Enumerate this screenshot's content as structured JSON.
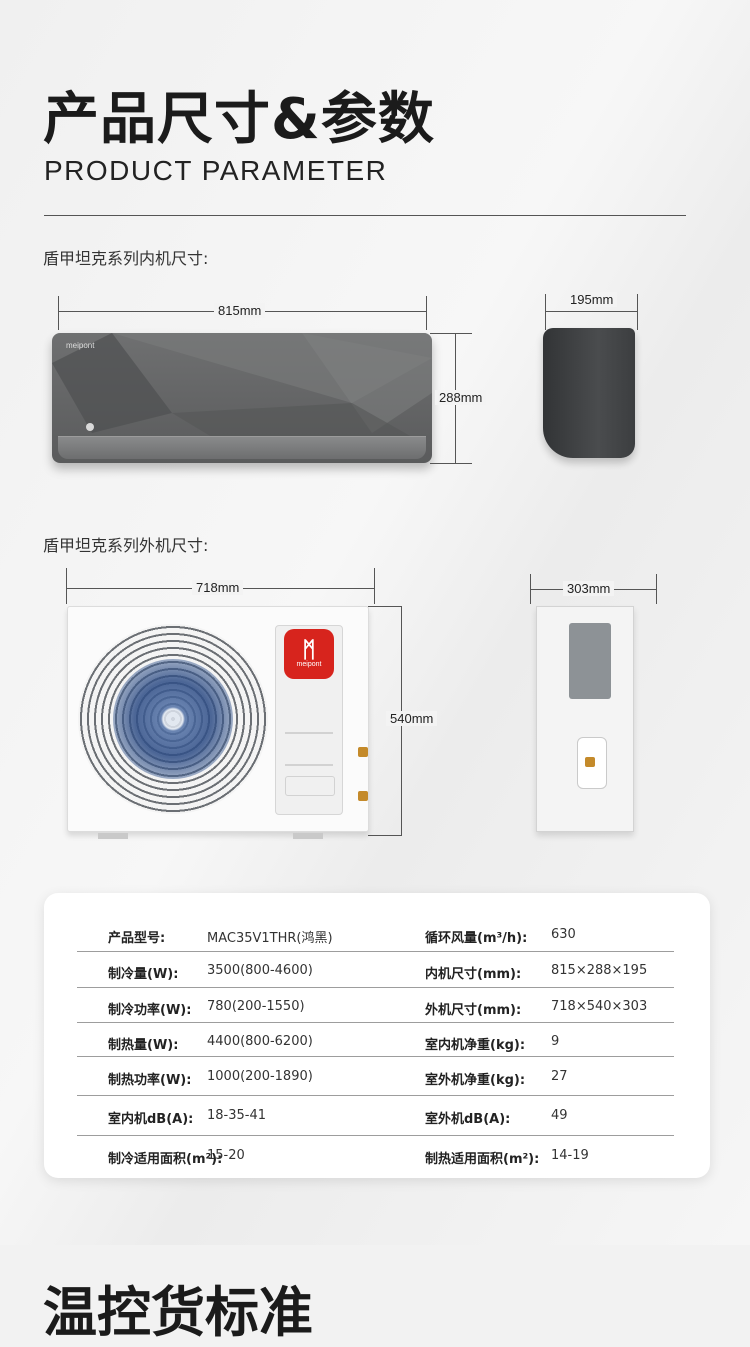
{
  "header": {
    "title": "产品尺寸&参数",
    "subtitle": "PRODUCT PARAMETER"
  },
  "indoor": {
    "label": "盾甲坦克系列内机尺寸:",
    "width": "815mm",
    "height": "288mm",
    "depth": "195mm",
    "brand": "meipont"
  },
  "outdoor": {
    "label": "盾甲坦克系列外机尺寸:",
    "width": "718mm",
    "height": "540mm",
    "depth": "303mm",
    "brand": "meipont"
  },
  "params": {
    "rows": [
      {
        "k1": "产品型号:",
        "v1": "MAC35V1THR(鸿黑)",
        "k2": "循环风量(m³/h):",
        "v2": "630"
      },
      {
        "k1": "制冷量(W):",
        "v1": "3500(800-4600)",
        "k2": "内机尺寸(mm):",
        "v2": "815×288×195"
      },
      {
        "k1": "制冷功率(W):",
        "v1": "780(200-1550)",
        "k2": "外机尺寸(mm):",
        "v2": "718×540×303"
      },
      {
        "k1": "制热量(W):",
        "v1": "4400(800-6200)",
        "k2": "室内机净重(kg):",
        "v2": "9"
      },
      {
        "k1": "制热功率(W):",
        "v1": "1000(200-1890)",
        "k2": "室外机净重(kg):",
        "v2": "27"
      },
      {
        "k1": "室内机dB(A):",
        "v1": "18-35-41",
        "k2": "室外机dB(A):",
        "v2": "49"
      },
      {
        "k1": "制冷适用面积(m²):",
        "v1": "15-20",
        "k2": "制热适用面积(m²):",
        "v2": "14-19"
      }
    ]
  },
  "next_section": {
    "title": "温控货标准"
  }
}
